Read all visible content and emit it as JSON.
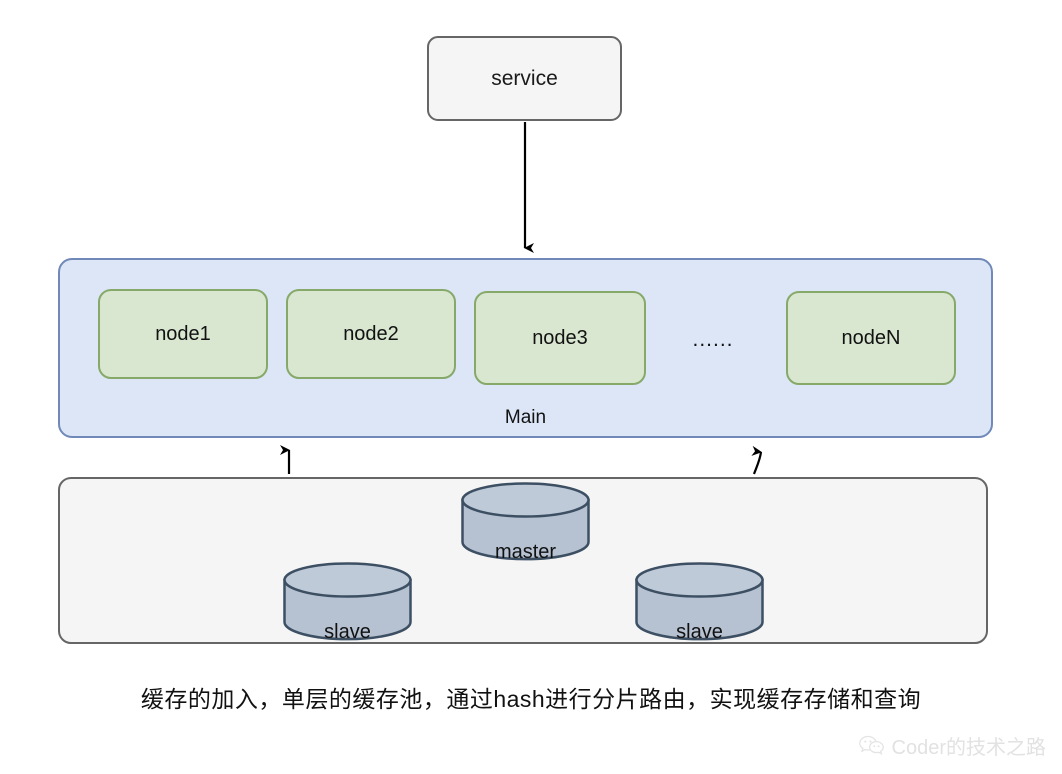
{
  "diagram": {
    "service": {
      "label": "service"
    },
    "main_pool": {
      "label": "Main",
      "nodes": [
        {
          "label": "node1"
        },
        {
          "label": "node2"
        },
        {
          "label": "node3"
        },
        {
          "label": "nodeN"
        }
      ],
      "ellipsis": "......"
    },
    "storage_pool": {
      "databases": [
        {
          "label": "master",
          "role": "master"
        },
        {
          "label": "slave",
          "role": "slave"
        },
        {
          "label": "slave",
          "role": "slave"
        }
      ]
    }
  },
  "caption": "缓存的加入，单层的缓存池，通过hash进行分片路由，实现缓存存储和查询",
  "watermark": {
    "text": "Coder的技术之路",
    "icon": "wechat-icon"
  },
  "colors": {
    "main_pool_fill": "#dce6f7",
    "main_pool_border": "#7089b8",
    "node_fill": "#d9e7d0",
    "node_border": "#86a96a",
    "storage_fill": "#f5f5f5",
    "storage_border": "#666666",
    "cylinder_fill": "#b6c2d2",
    "cylinder_border": "#3d4f63",
    "service_fill": "#f5f5f5",
    "service_border": "#666666",
    "arrow": "#000000",
    "watermark": "#e2e2e2"
  }
}
